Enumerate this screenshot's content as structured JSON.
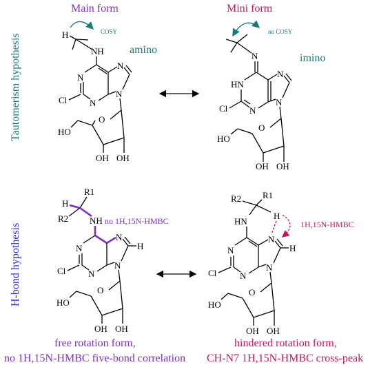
{
  "colors": {
    "purple": "#7b2fbf",
    "magenta": "#c2185b",
    "teal": "#1a7a7a",
    "blue": "#2b2bd6",
    "black": "#000000"
  },
  "row1": {
    "left_title": "Main form",
    "right_title": "Mini form",
    "left_cosy": "COSY",
    "right_cosy": "no COSY",
    "amino_label": "amino",
    "imino_label": "imino",
    "side_label": "Tautomerism hypothesis"
  },
  "row2": {
    "side_label": "H-bond hypothesis",
    "left_hmbc": "no 1H,15N-HMBC",
    "right_hmbc": "1H,15N-HMBC",
    "left_caption_1": "free rotation form,",
    "left_caption_2": "no 1H,15N-HMBC five-bond correlation",
    "right_caption_1": "hindered rotation form,",
    "right_caption_2": "CH-N7 1H,15N-HMBC cross-peak"
  },
  "atoms": {
    "H": "H",
    "N": "N",
    "NH": "NH",
    "HN": "HN",
    "Cl": "Cl",
    "O": "O",
    "HO": "HO",
    "OH": "OH",
    "R1": "R1",
    "R2": "R2"
  }
}
